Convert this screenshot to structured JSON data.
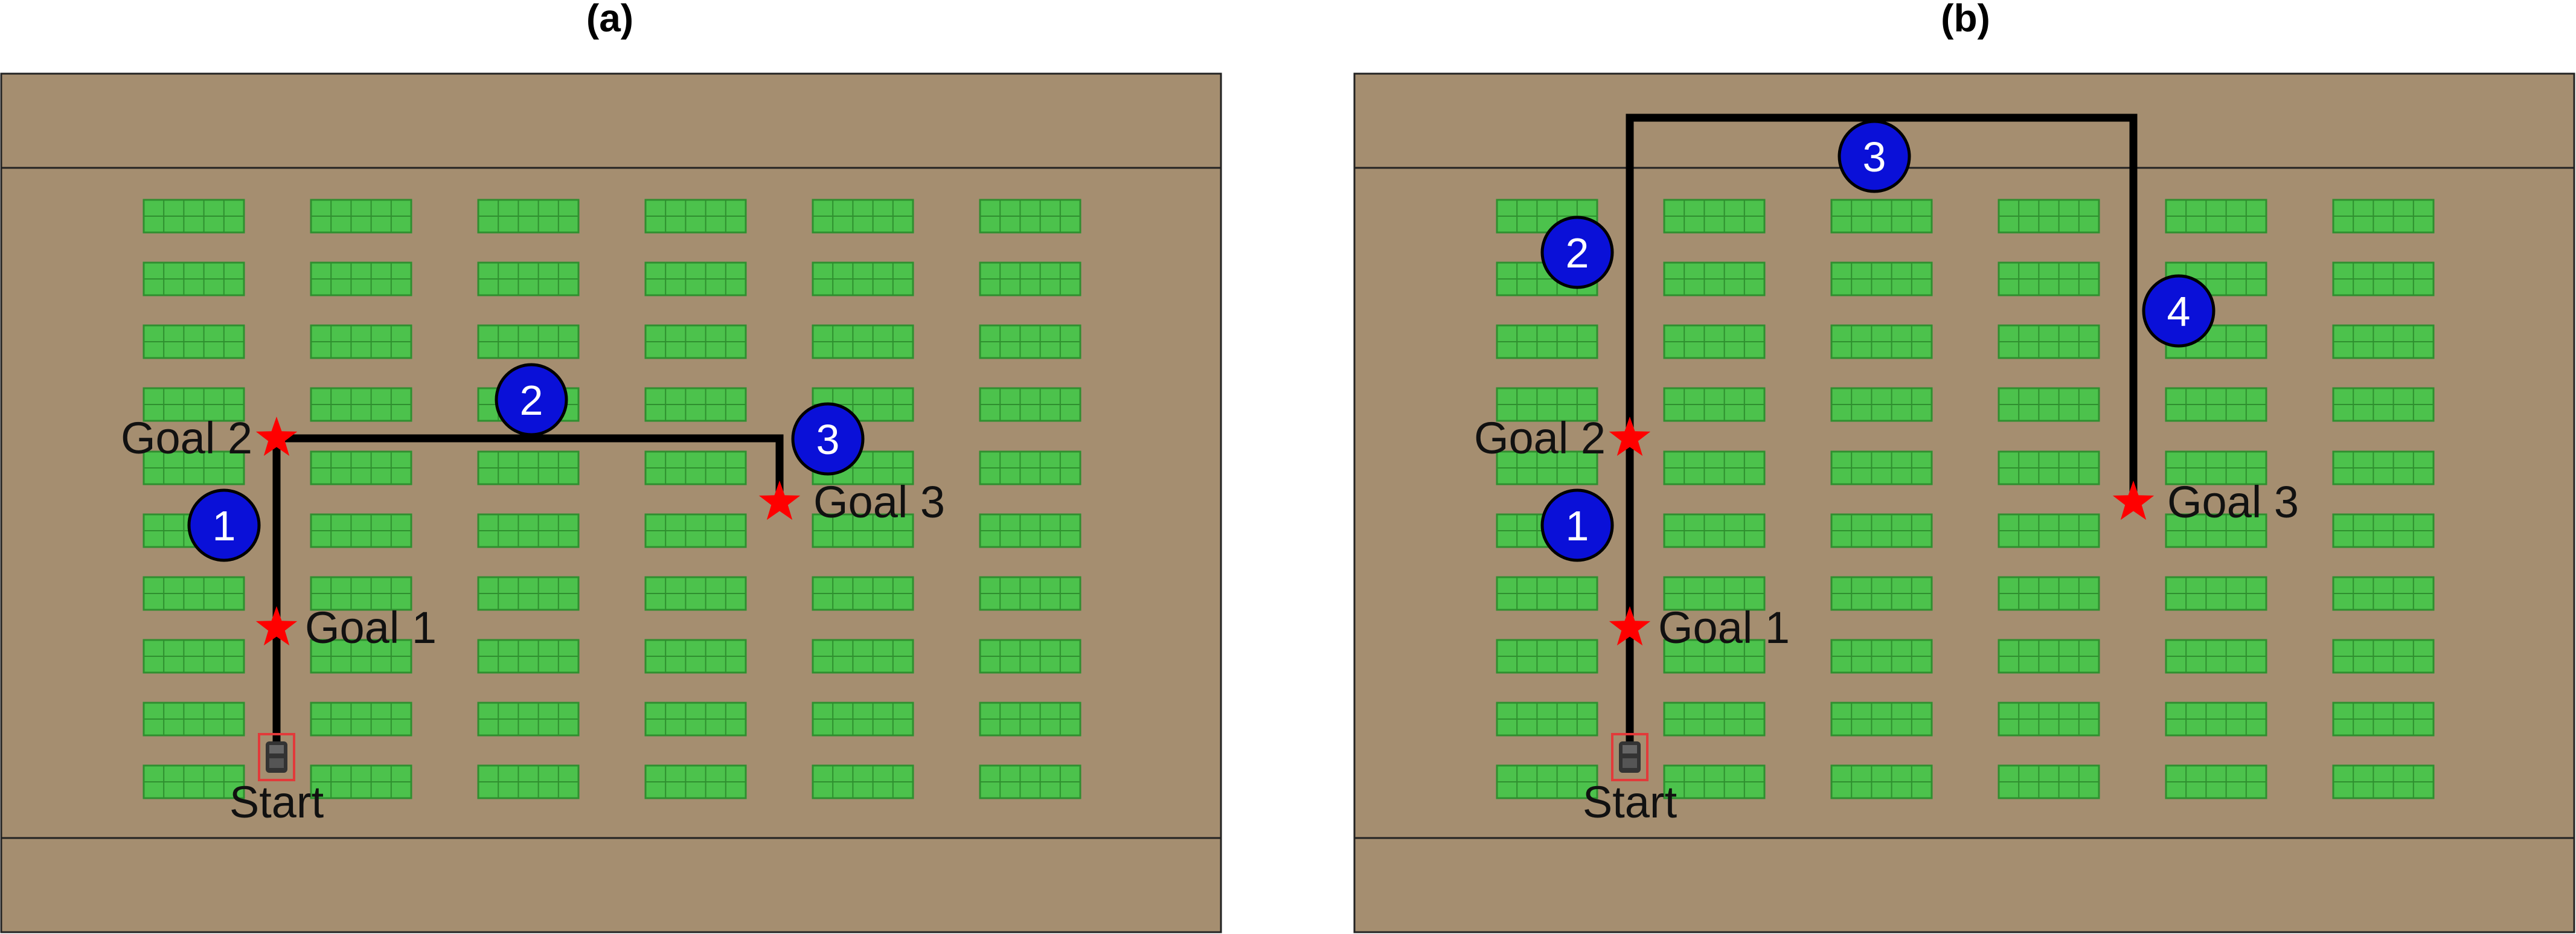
{
  "panels": [
    {
      "title": "(a)",
      "start_label": "Start",
      "goals": [
        {
          "label": "Goal 1"
        },
        {
          "label": "Goal 2"
        },
        {
          "label": "Goal 3"
        }
      ],
      "segments": [
        {
          "number": "1"
        },
        {
          "number": "2"
        },
        {
          "number": "3"
        }
      ]
    },
    {
      "title": "(b)",
      "start_label": "Start",
      "goals": [
        {
          "label": "Goal 1"
        },
        {
          "label": "Goal 2"
        },
        {
          "label": "Goal 3"
        }
      ],
      "segments": [
        {
          "number": "1"
        },
        {
          "number": "2"
        },
        {
          "number": "3"
        },
        {
          "number": "4"
        }
      ]
    }
  ],
  "colors": {
    "ground": "#a58e70",
    "crop": "#4cc24c",
    "crop_stroke": "#2f8f2f",
    "path": "#000000",
    "goal_star": "#ff0000",
    "marker_fill": "#0a10d8",
    "robot_box": "#e23a3a"
  }
}
